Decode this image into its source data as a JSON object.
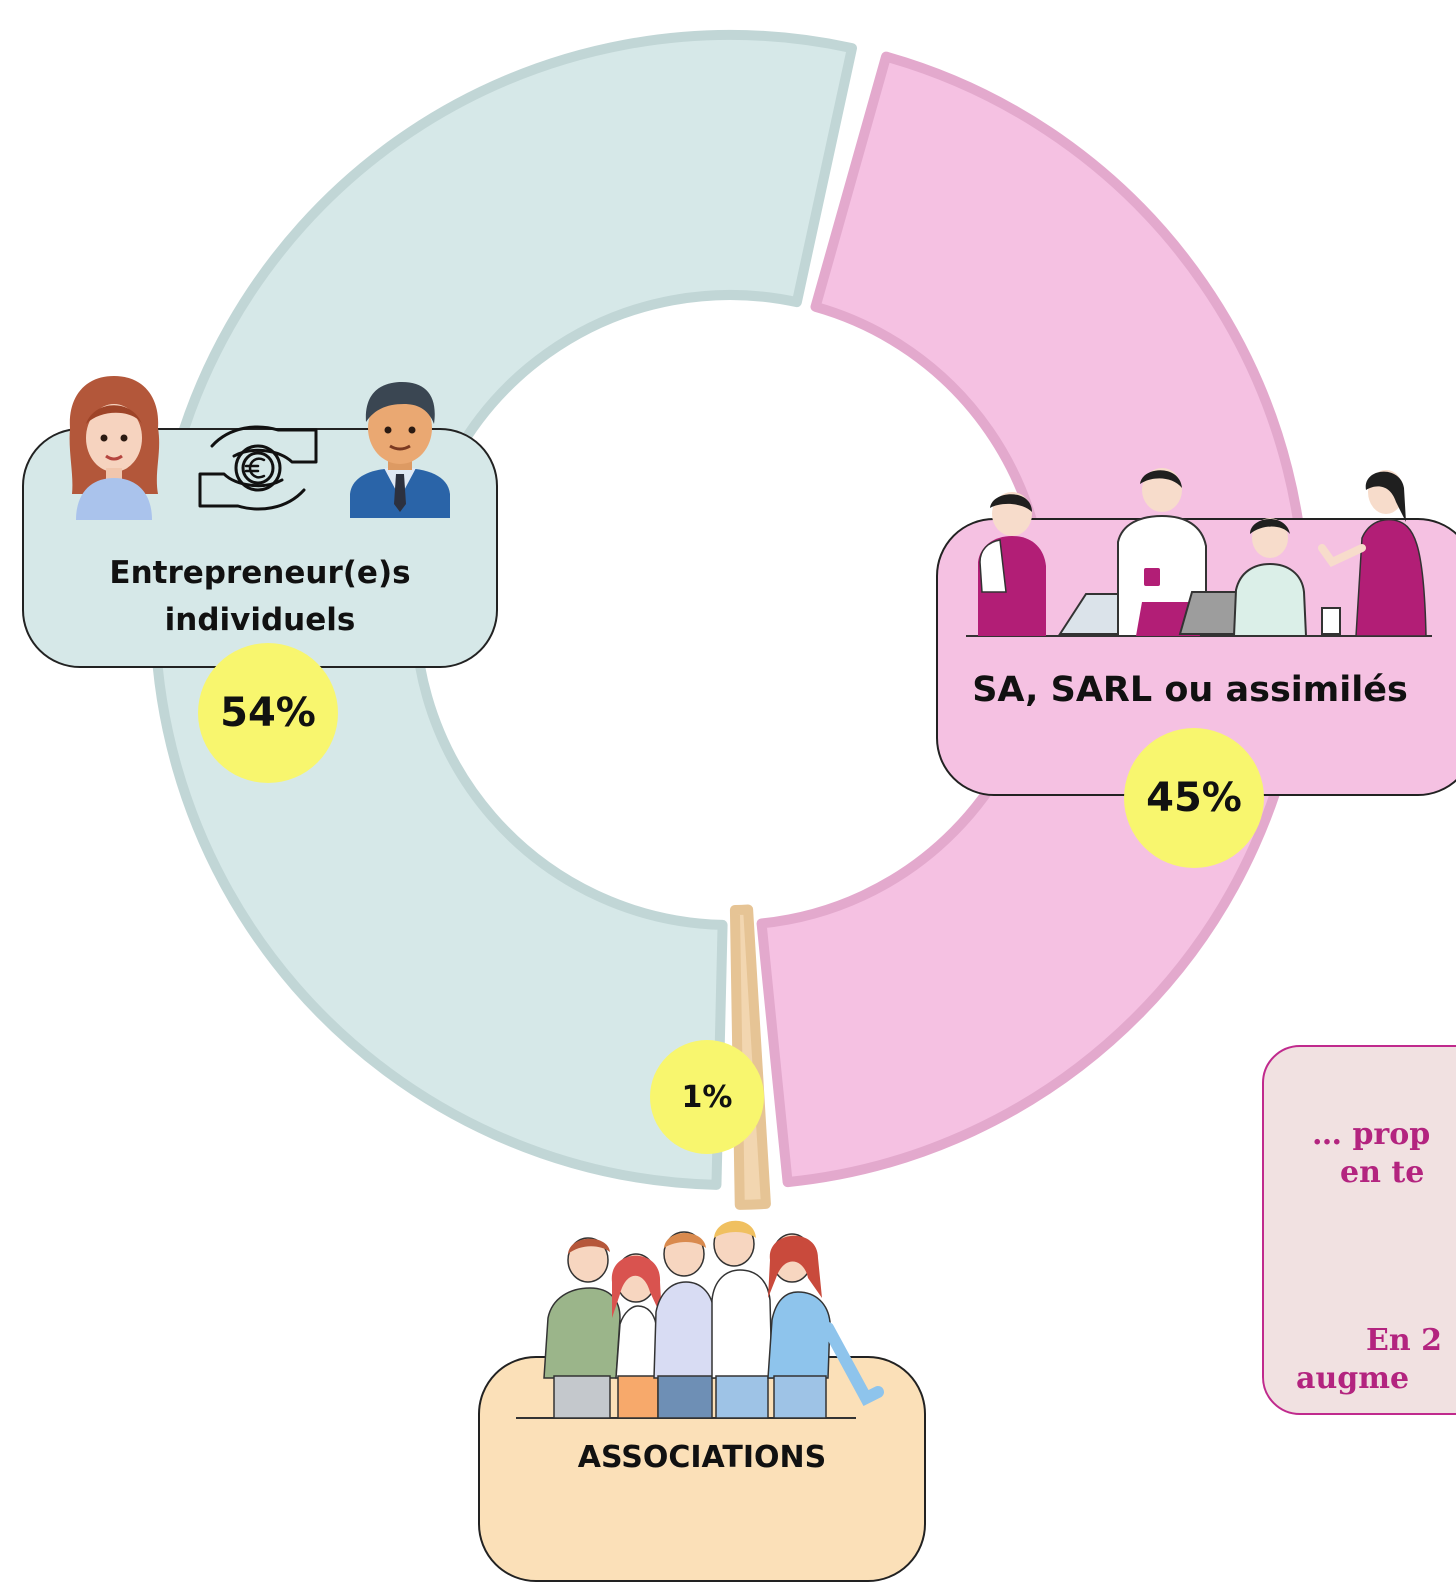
{
  "chart_data": {
    "type": "pie",
    "variant": "donut",
    "categories": [
      "Entrepreneur(e)s individuels",
      "SA, SARL ou assimilés",
      "ASSOCIATIONS"
    ],
    "values": [
      54,
      45,
      1
    ],
    "unit": "%",
    "value_labels": [
      "54%",
      "45%",
      "1%"
    ],
    "colors": {
      "entrepreneurs": "#d6e8e8",
      "entrepreneurs_border": "#c1d6d6",
      "societes": "#f5c1e2",
      "societes_border": "#e3a9cd",
      "associations": "#f2d6b0",
      "associations_border": "#e6c495",
      "badge": "#f8f66e"
    },
    "cards": [
      {
        "label_lines": [
          "Entrepreneur(e)s",
          "individuels"
        ],
        "value_label": "54%",
        "background": "#d6e8e8",
        "icons": [
          "woman-icon",
          "money-hands-icon",
          "businessman-icon"
        ]
      },
      {
        "label_lines": [
          "SA, SARL ou assimilés"
        ],
        "value_label": "45%",
        "background": "#f5c1e2",
        "icons": [
          "office-team-icon"
        ]
      },
      {
        "label_lines": [
          "ASSOCIATIONS"
        ],
        "value_label": "1%",
        "background": "#fbe0b8",
        "icons": [
          "group-of-friends-icon"
        ]
      }
    ]
  },
  "side_note": {
    "lines": [
      "… prop",
      "en te",
      "En 2",
      "augme"
    ],
    "background": "#f1e1e1",
    "border": "#c02a8d",
    "text_color": "#b3247f"
  }
}
